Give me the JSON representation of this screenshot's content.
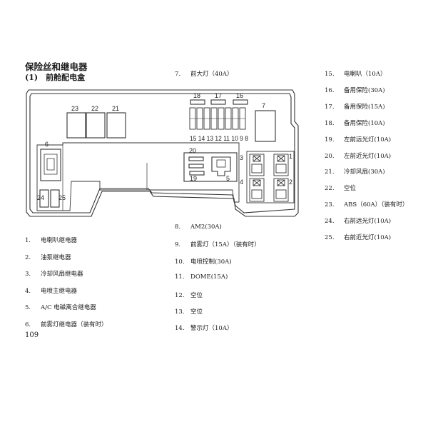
{
  "page": {
    "title": "保险丝和继电器",
    "subtitle": "(1)　前舱配电盒",
    "page_number": "109"
  },
  "diagram": {
    "labels": [
      "23",
      "22",
      "21",
      "18",
      "17",
      "16",
      "7",
      "15 14 13 12 11 10 9 8",
      "6",
      "20",
      "19",
      "3",
      "5",
      "1",
      "4",
      "2",
      "24",
      "25"
    ]
  },
  "legend": {
    "col1": [
      {
        "num": "1.",
        "text": "电喇叭继电器"
      },
      {
        "num": "2.",
        "text": "油泵继电器"
      },
      {
        "num": "3.",
        "text": "冷却风扇继电器"
      },
      {
        "num": "4.",
        "text": "电喷主继电器"
      },
      {
        "num": "5.",
        "text": "A/C 电磁离合继电器"
      },
      {
        "num": "6.",
        "text": "前雾灯继电器（装有时）"
      }
    ],
    "col2": [
      {
        "num": "7.",
        "text": "前大灯（40A）"
      },
      {
        "num": "8.",
        "text": "AM2(30A)"
      },
      {
        "num": "9.",
        "text": "前雾灯（15A）（装有时）"
      },
      {
        "num": "10.",
        "text": "电喷控制(30A)"
      },
      {
        "num": "11.",
        "text": "DOME(15A)"
      },
      {
        "num": "12.",
        "text": "空位"
      },
      {
        "num": "13.",
        "text": "空位"
      },
      {
        "num": "14.",
        "text": "警示灯（10A）"
      }
    ],
    "col3": [
      {
        "num": "15.",
        "text": "电喇叭（10A）"
      },
      {
        "num": "16.",
        "text": "备用保险(30A)"
      },
      {
        "num": "17.",
        "text": "备用保险(15A)"
      },
      {
        "num": "18.",
        "text": "备用保险(10A)"
      },
      {
        "num": "19.",
        "text": "左前远光灯(10A)"
      },
      {
        "num": "20.",
        "text": "左前近光灯(10A)"
      },
      {
        "num": "21.",
        "text": "冷却风扇(30A)"
      },
      {
        "num": "22.",
        "text": "空位"
      },
      {
        "num": "23.",
        "text": "ABS（60A）（装有时）"
      },
      {
        "num": "24.",
        "text": "右前远光灯(10A)"
      },
      {
        "num": "25.",
        "text": "右前近光灯(10A)"
      }
    ]
  }
}
